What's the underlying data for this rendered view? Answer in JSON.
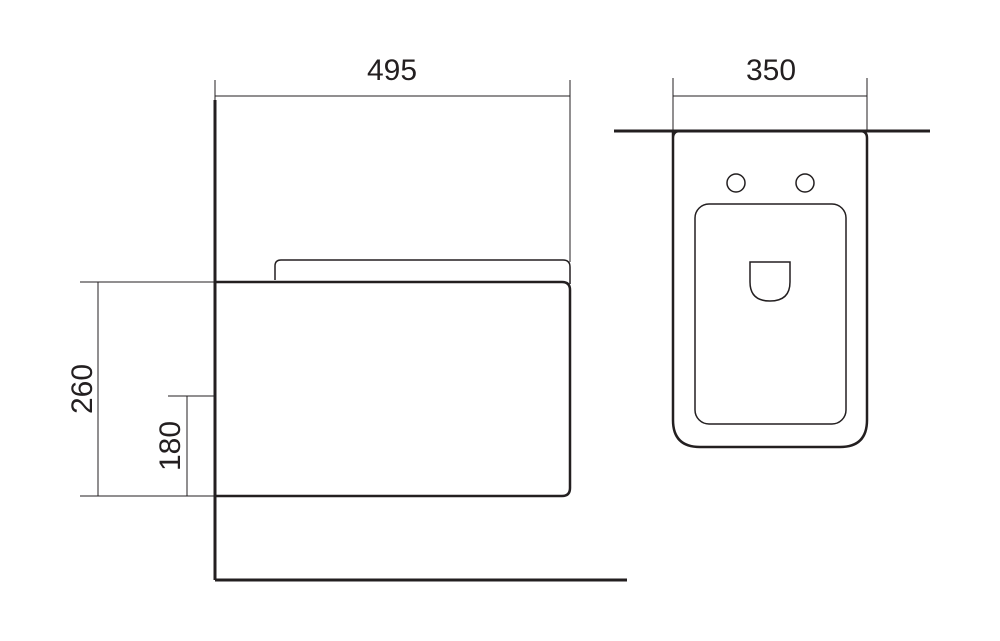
{
  "dimensions": {
    "side_depth": "495",
    "top_width": "350",
    "total_height": "260",
    "inlet_height": "180"
  },
  "colors": {
    "line": "#231f20",
    "background": "#ffffff"
  }
}
